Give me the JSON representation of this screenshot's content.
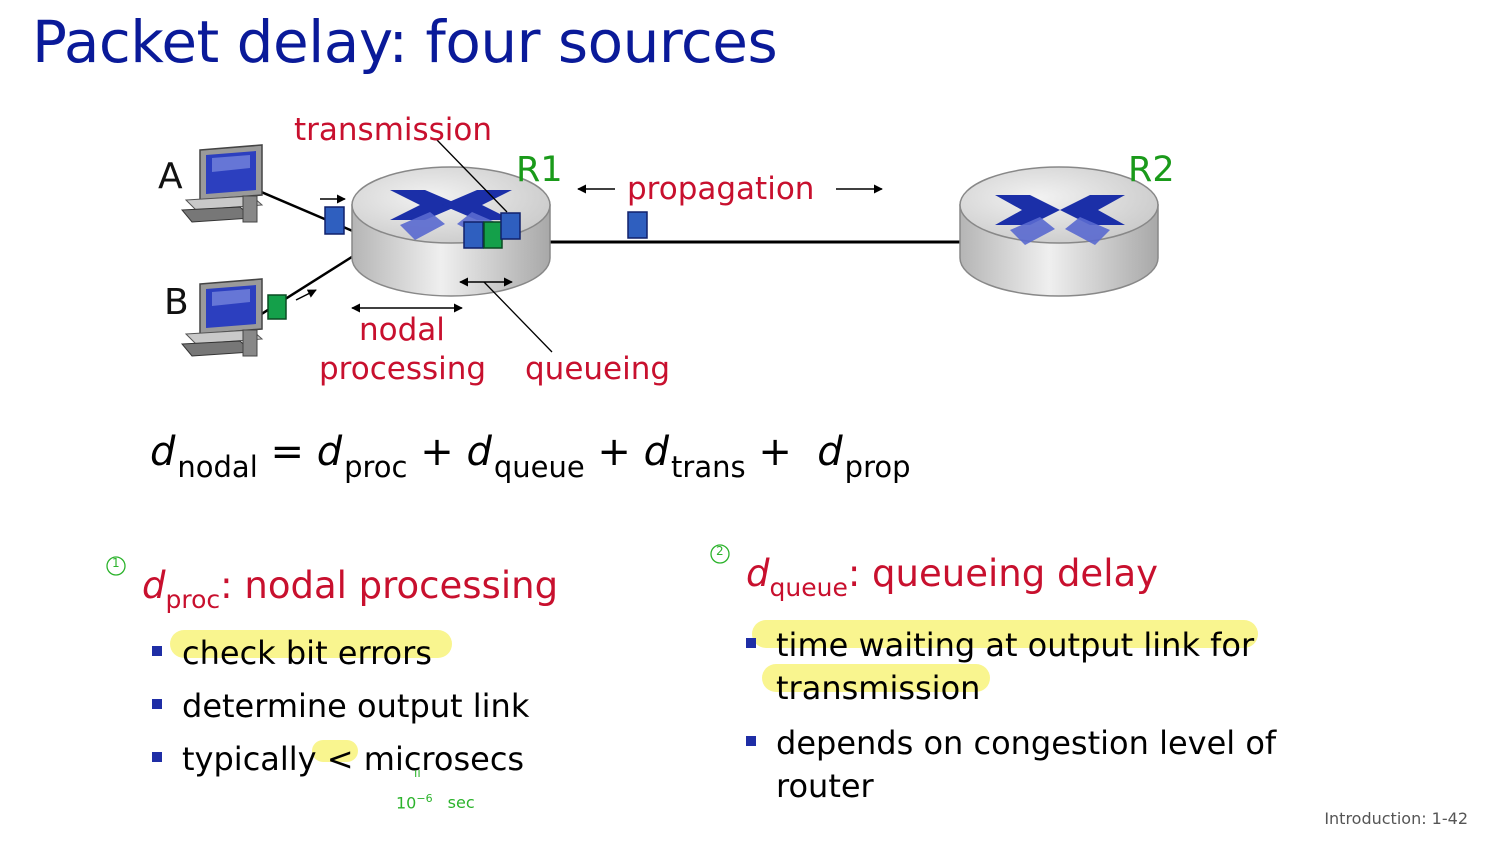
{
  "slide": {
    "title": "Packet delay: four sources",
    "footer": "Introduction: 1-42"
  },
  "diagram": {
    "host_a": "A",
    "host_b": "B",
    "router_1": "R1",
    "router_2": "R2",
    "label_transmission": "transmission",
    "label_propagation": "propagation",
    "label_nodal": "nodal",
    "label_processing": "processing",
    "label_queueing": "queueing",
    "label_colors": {
      "delay": "#c8102e",
      "router": "#1a9a1a",
      "packet_a": "#2f5fbf",
      "packet_b": "#14a04a"
    }
  },
  "formula": {
    "d": "d",
    "nodal": "nodal",
    "proc": "proc",
    "queue": "queue",
    "trans": "trans",
    "prop": "prop",
    "eq": "=",
    "plus": "+"
  },
  "left_column": {
    "heading_var": "d",
    "heading_sub": "proc",
    "heading_text": ": nodal processing",
    "bullets": [
      "check bit errors",
      "determine output link",
      "typically < microsecs"
    ]
  },
  "right_column": {
    "heading_var": "d",
    "heading_sub": "queue",
    "heading_text": ": queueing delay",
    "bullets": [
      "time waiting at output link for transmission",
      "depends on congestion level of router"
    ]
  },
  "annotations": {
    "circle_1": "1",
    "circle_2": "2",
    "note_equals": "ıı",
    "note_value": "10",
    "note_exp": "−6",
    "note_unit": "sec"
  }
}
